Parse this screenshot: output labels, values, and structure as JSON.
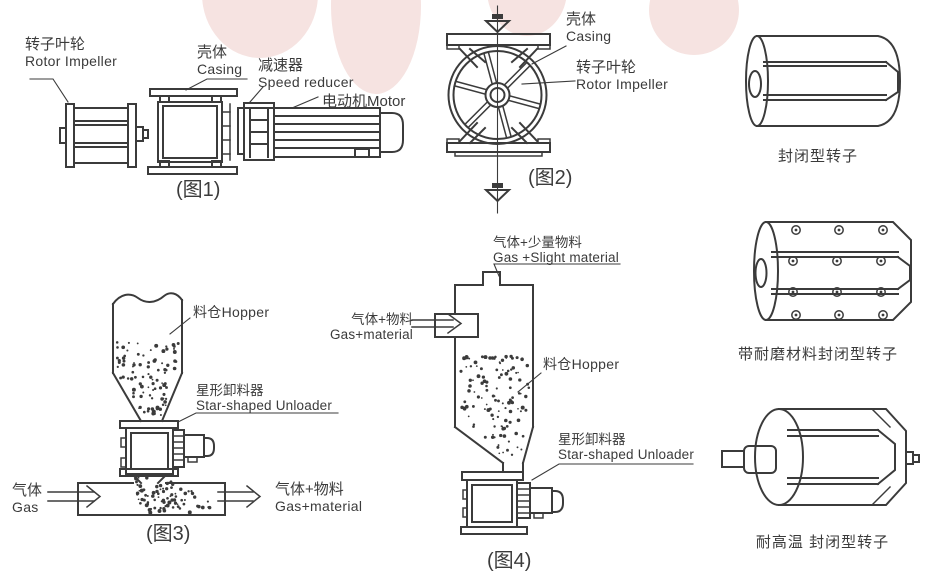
{
  "figures": {
    "fig1": {
      "caption": "(图1)",
      "rotor_zh": "转子叶轮",
      "rotor_en": "Rotor Impeller",
      "casing_zh": "壳体",
      "casing_en": "Casing",
      "reducer_zh": "减速器",
      "reducer_en": "Speed reducer",
      "motor": "电动机Motor"
    },
    "fig2": {
      "caption": "(图2)",
      "casing_zh": "壳体",
      "casing_en": "Casing",
      "rotor_zh": "转子叶轮",
      "rotor_en": "Rotor Impeller"
    },
    "fig3": {
      "caption": "(图3)",
      "hopper": "料仓Hopper",
      "unloader_zh": "星形卸料器",
      "unloader_en": "Star-shaped Unloader",
      "gas_zh": "气体",
      "gas_en": "Gas",
      "gas_material_zh": "气体+物料",
      "gas_material_en": "Gas+material"
    },
    "fig4": {
      "caption": "(图4)",
      "outlet_zh": "气体+少量物料",
      "outlet_en": "Gas +Slight material",
      "inlet_zh": "气体+物料",
      "inlet_en": "Gas+material",
      "hopper": "料仓Hopper",
      "unloader_zh": "星形卸料器",
      "unloader_en": "Star-shaped Unloader"
    },
    "rotors": [
      {
        "label": "封闭型转子"
      },
      {
        "label": "带耐磨材料封闭型转子"
      },
      {
        "label": "耐高温 封闭型转子"
      }
    ]
  },
  "colors": {
    "line": "#3b3b3b",
    "watermark": "#f6e3e1"
  }
}
